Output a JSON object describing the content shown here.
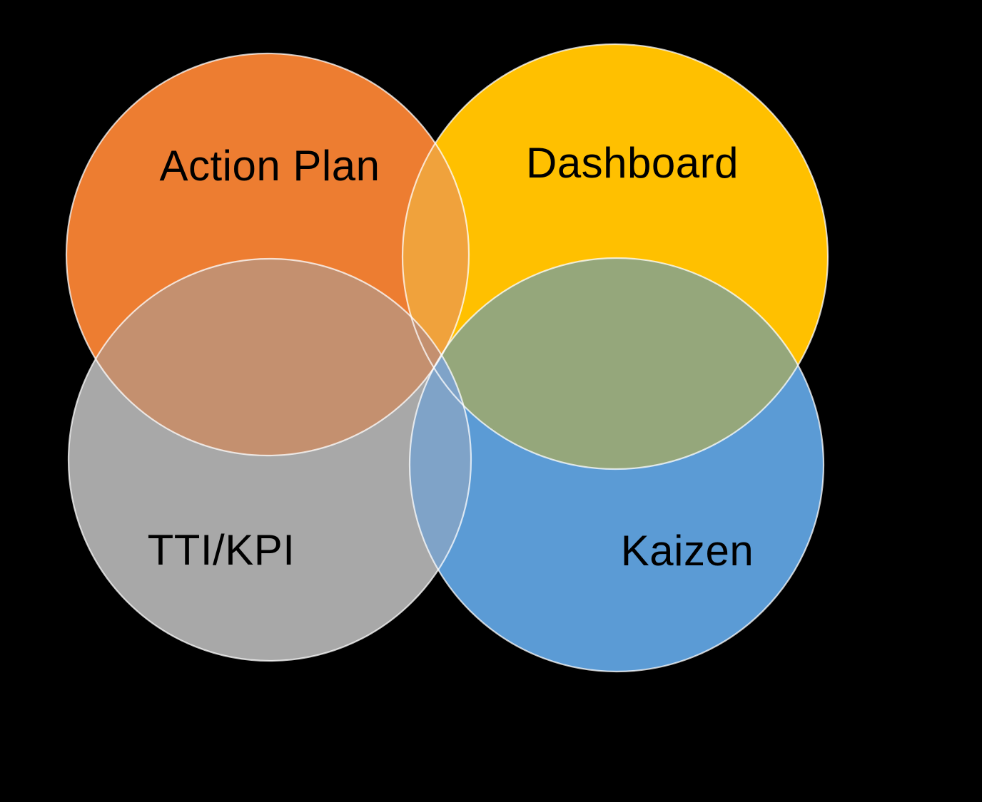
{
  "diagram": {
    "type": "venn",
    "background_color": "#000000",
    "outline_color": "#FFFFFF",
    "label_color": "#000000",
    "sets": [
      {
        "label": "Action Plan",
        "color": "#ED7D31"
      },
      {
        "label": "Dashboard",
        "color": "#FFC000"
      },
      {
        "label": "TTI/KPI",
        "color": "#A8A8A8"
      },
      {
        "label": "Kaizen",
        "color": "#5B9BD5"
      }
    ],
    "overlaps": [
      {
        "between": "Action Plan + Dashboard",
        "color": "#F0A23C"
      },
      {
        "between": "Action Plan + TTI/KPI",
        "color": "#C4906F"
      },
      {
        "between": "Dashboard + Kaizen",
        "color": "#95A77B"
      },
      {
        "between": "TTI/KPI + Kaizen",
        "color": "#7FA3C8"
      }
    ]
  }
}
